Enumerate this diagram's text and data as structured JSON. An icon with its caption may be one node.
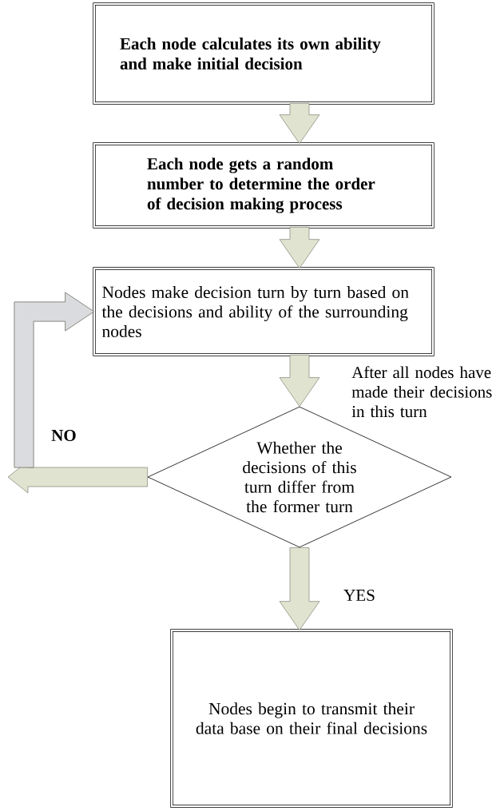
{
  "diagram": {
    "nodes": [
      {
        "text": [
          "Each node calculates its own ability and make initial decision"
        ]
      },
      {
        "text": [
          "Each node gets a random number to determine the order of decision making process"
        ]
      },
      {
        "text": [
          "Nodes make decision turn by turn based on the decisions and ability of the surrounding nodes"
        ]
      },
      {
        "text": [
          "Whether the decisions of this turn differ from the former turn"
        ]
      },
      {
        "text": [
          "Nodes begin to transmit their data base on their final decisions"
        ]
      }
    ],
    "edges": [
      {
        "from": 0,
        "to": 1,
        "arrow": "to"
      },
      {
        "from": 1,
        "to": 2,
        "arrow": "to"
      },
      {
        "from": 2,
        "to": 3,
        "arrow": "to",
        "label": "After all nodes have made their decisions in this turn"
      },
      {
        "from": 3,
        "to": 4,
        "arrow": "to",
        "label": "YES"
      },
      {
        "from": 3,
        "to": 2,
        "arrow": "to",
        "label": "NO"
      }
    ]
  }
}
